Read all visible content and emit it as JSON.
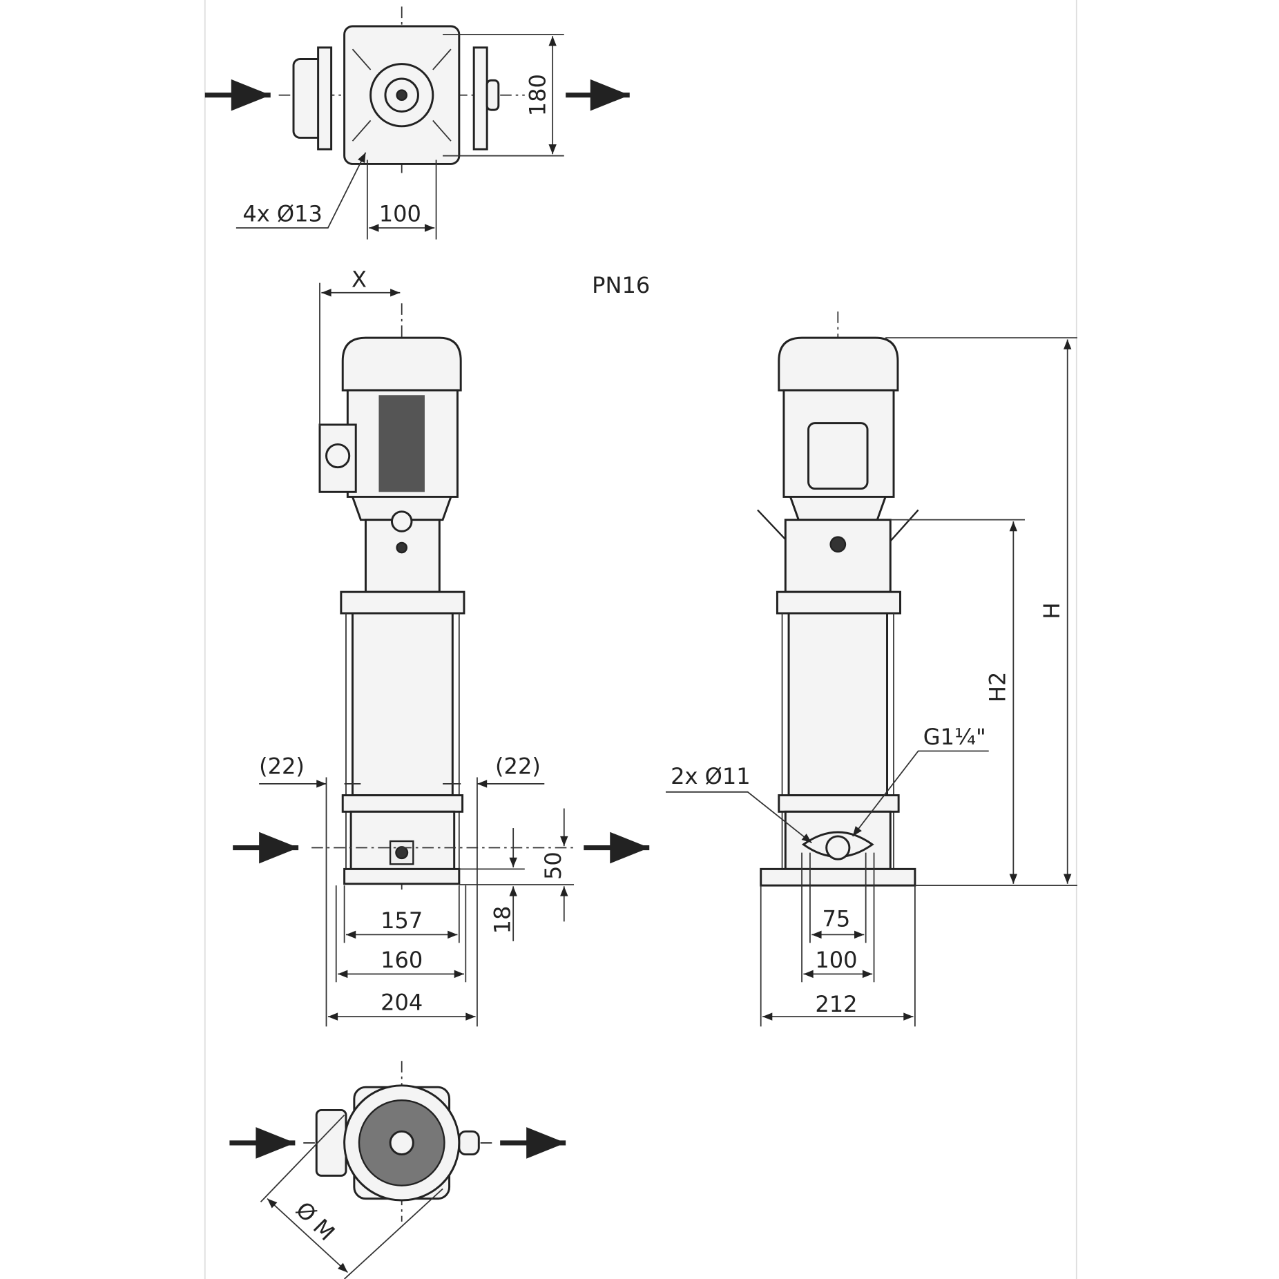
{
  "drawing": {
    "pressure_rating": "PN16",
    "top_view": {
      "holes": "4x Ø13",
      "width": "100",
      "height": "180"
    },
    "front_view": {
      "offset": "X",
      "left_clearance": "(22)",
      "right_clearance": "(22)",
      "port_height": "50",
      "base_height": "18",
      "inner_width": "157",
      "base_width": "160",
      "overall_width": "204"
    },
    "side_view": {
      "holes": "2x Ø11",
      "thread": "G1¼\"",
      "hole_spacing": "75",
      "flange_width": "100",
      "base_width": "212",
      "height_h2": "H2",
      "height_h": "H"
    },
    "bottom_view": {
      "motor_diameter": "Ø M"
    }
  }
}
